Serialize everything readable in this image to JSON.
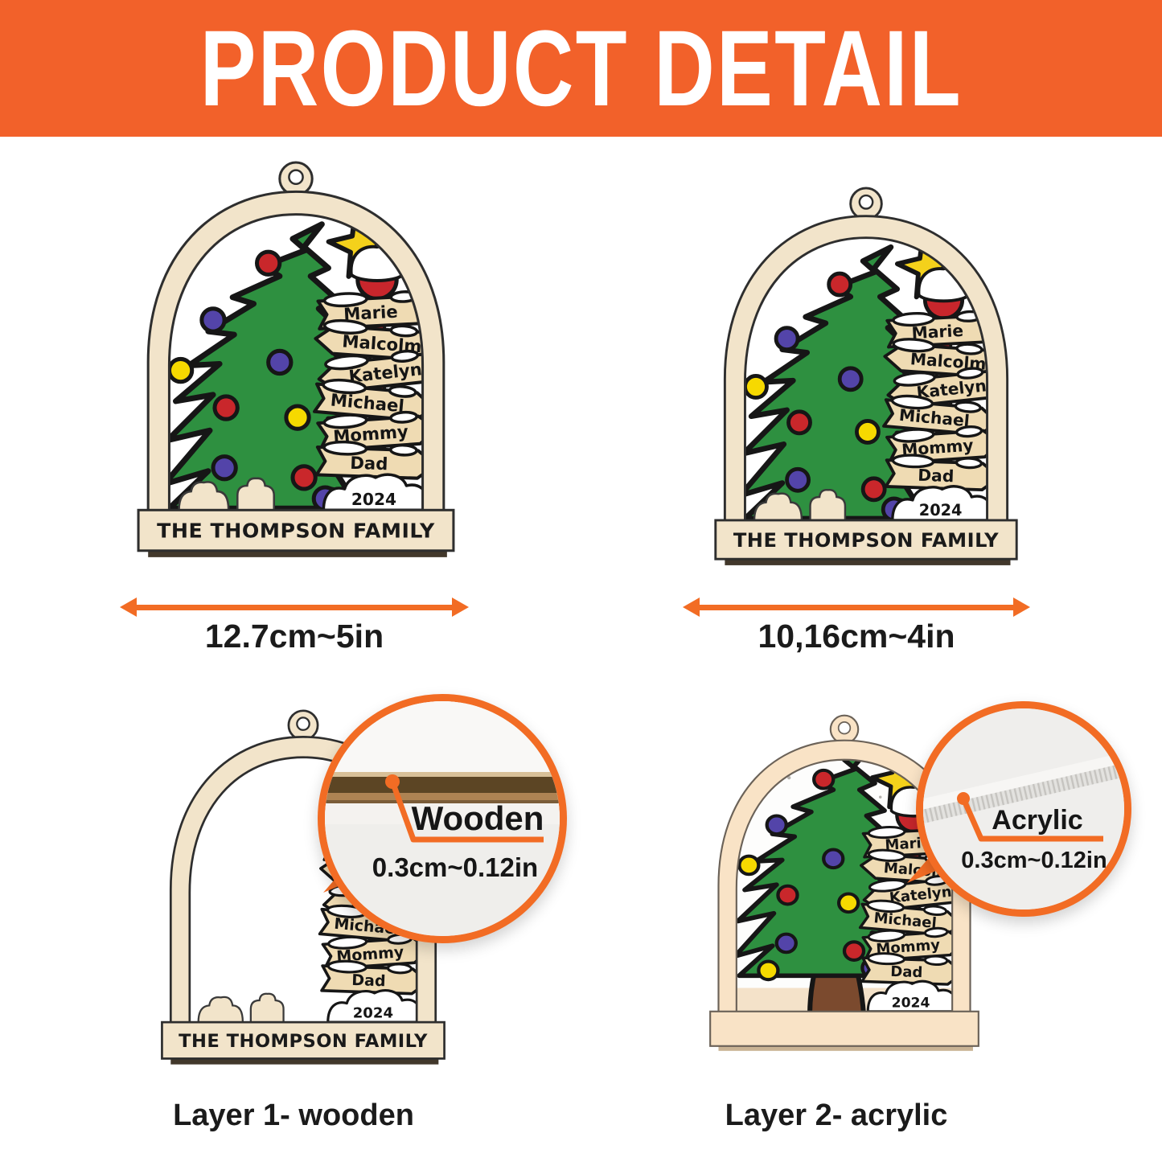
{
  "banner": {
    "title": "PRODUCT DETAIL"
  },
  "ornament": {
    "family_name": "THE THOMPSON FAMILY",
    "names": [
      "Marie",
      "Malcolm",
      "Katelyn",
      "Michael",
      "Mommy",
      "Dad"
    ],
    "year": "2024"
  },
  "sizes": [
    {
      "label": "12.7cm~5in"
    },
    {
      "label": "10,16cm~4in"
    }
  ],
  "layers": [
    {
      "caption": "Layer 1- wooden",
      "material": "Wooden",
      "thickness": "0.3cm~0.12in"
    },
    {
      "caption": "Layer 2- acrylic",
      "material": "Acrylic",
      "thickness": "0.3cm~0.12in"
    }
  ],
  "colors": {
    "banner_bg": "#F2612A",
    "accent": "#F26C24",
    "wood": "#F2E4CA",
    "wood_light": "#F9E3C6",
    "tree_green": "#2E9040",
    "ball_red": "#C9272B",
    "ball_purple": "#5344A9",
    "ball_yellow": "#F6D900",
    "star_yellow": "#F4D11B",
    "pole_red": "#C8262C",
    "pole_blue": "#C3E6F6",
    "sign_cream": "#EFDBB3",
    "trunk_brown": "#7B4A2E",
    "text_dark": "#1B1B1B"
  }
}
